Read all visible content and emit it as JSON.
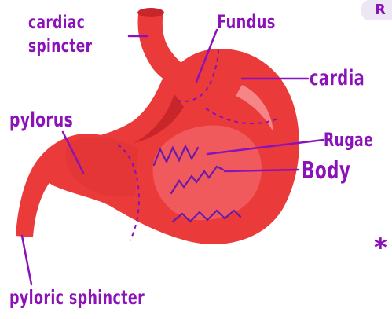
{
  "labels": {
    "cardiac_sphincter": "cardiac\nspincter",
    "fundus": "Fundus",
    "cardia": "cardia",
    "pylorus": "pylorus",
    "rugae": "Rugae",
    "body": "Body",
    "pyloric_sphincter": "pyloric sphincter",
    "edge_fragment": "R",
    "edge_mark": "*"
  },
  "colors": {
    "stomach": "#ea3a3a",
    "stomach_dark": "#c8262b",
    "stomach_light": "#f47a7c",
    "ink": "#8a12b8",
    "chip": "#ece6f5"
  }
}
